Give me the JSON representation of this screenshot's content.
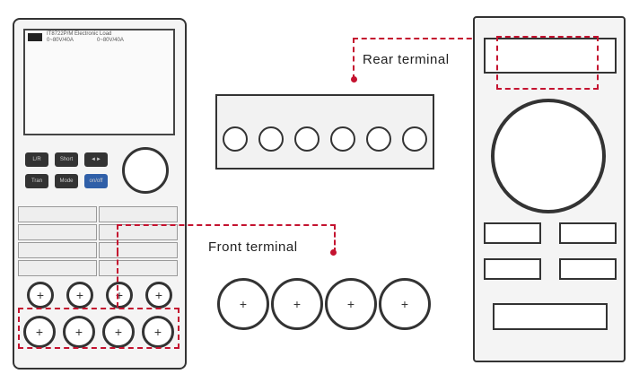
{
  "front_panel": {
    "model_text": "IT8722P/M Electronic Load",
    "channel1": "0~80V/40A",
    "channel2": "0~80V/40A",
    "buttons": [
      "L/R",
      "Short",
      "◄►",
      "Tran",
      "Mode",
      "on/off"
    ],
    "accent_button_color": "#2f5fa8"
  },
  "labels": {
    "rear": "Rear terminal",
    "front": "Front terminal"
  },
  "highlight_color": "#c4122f"
}
